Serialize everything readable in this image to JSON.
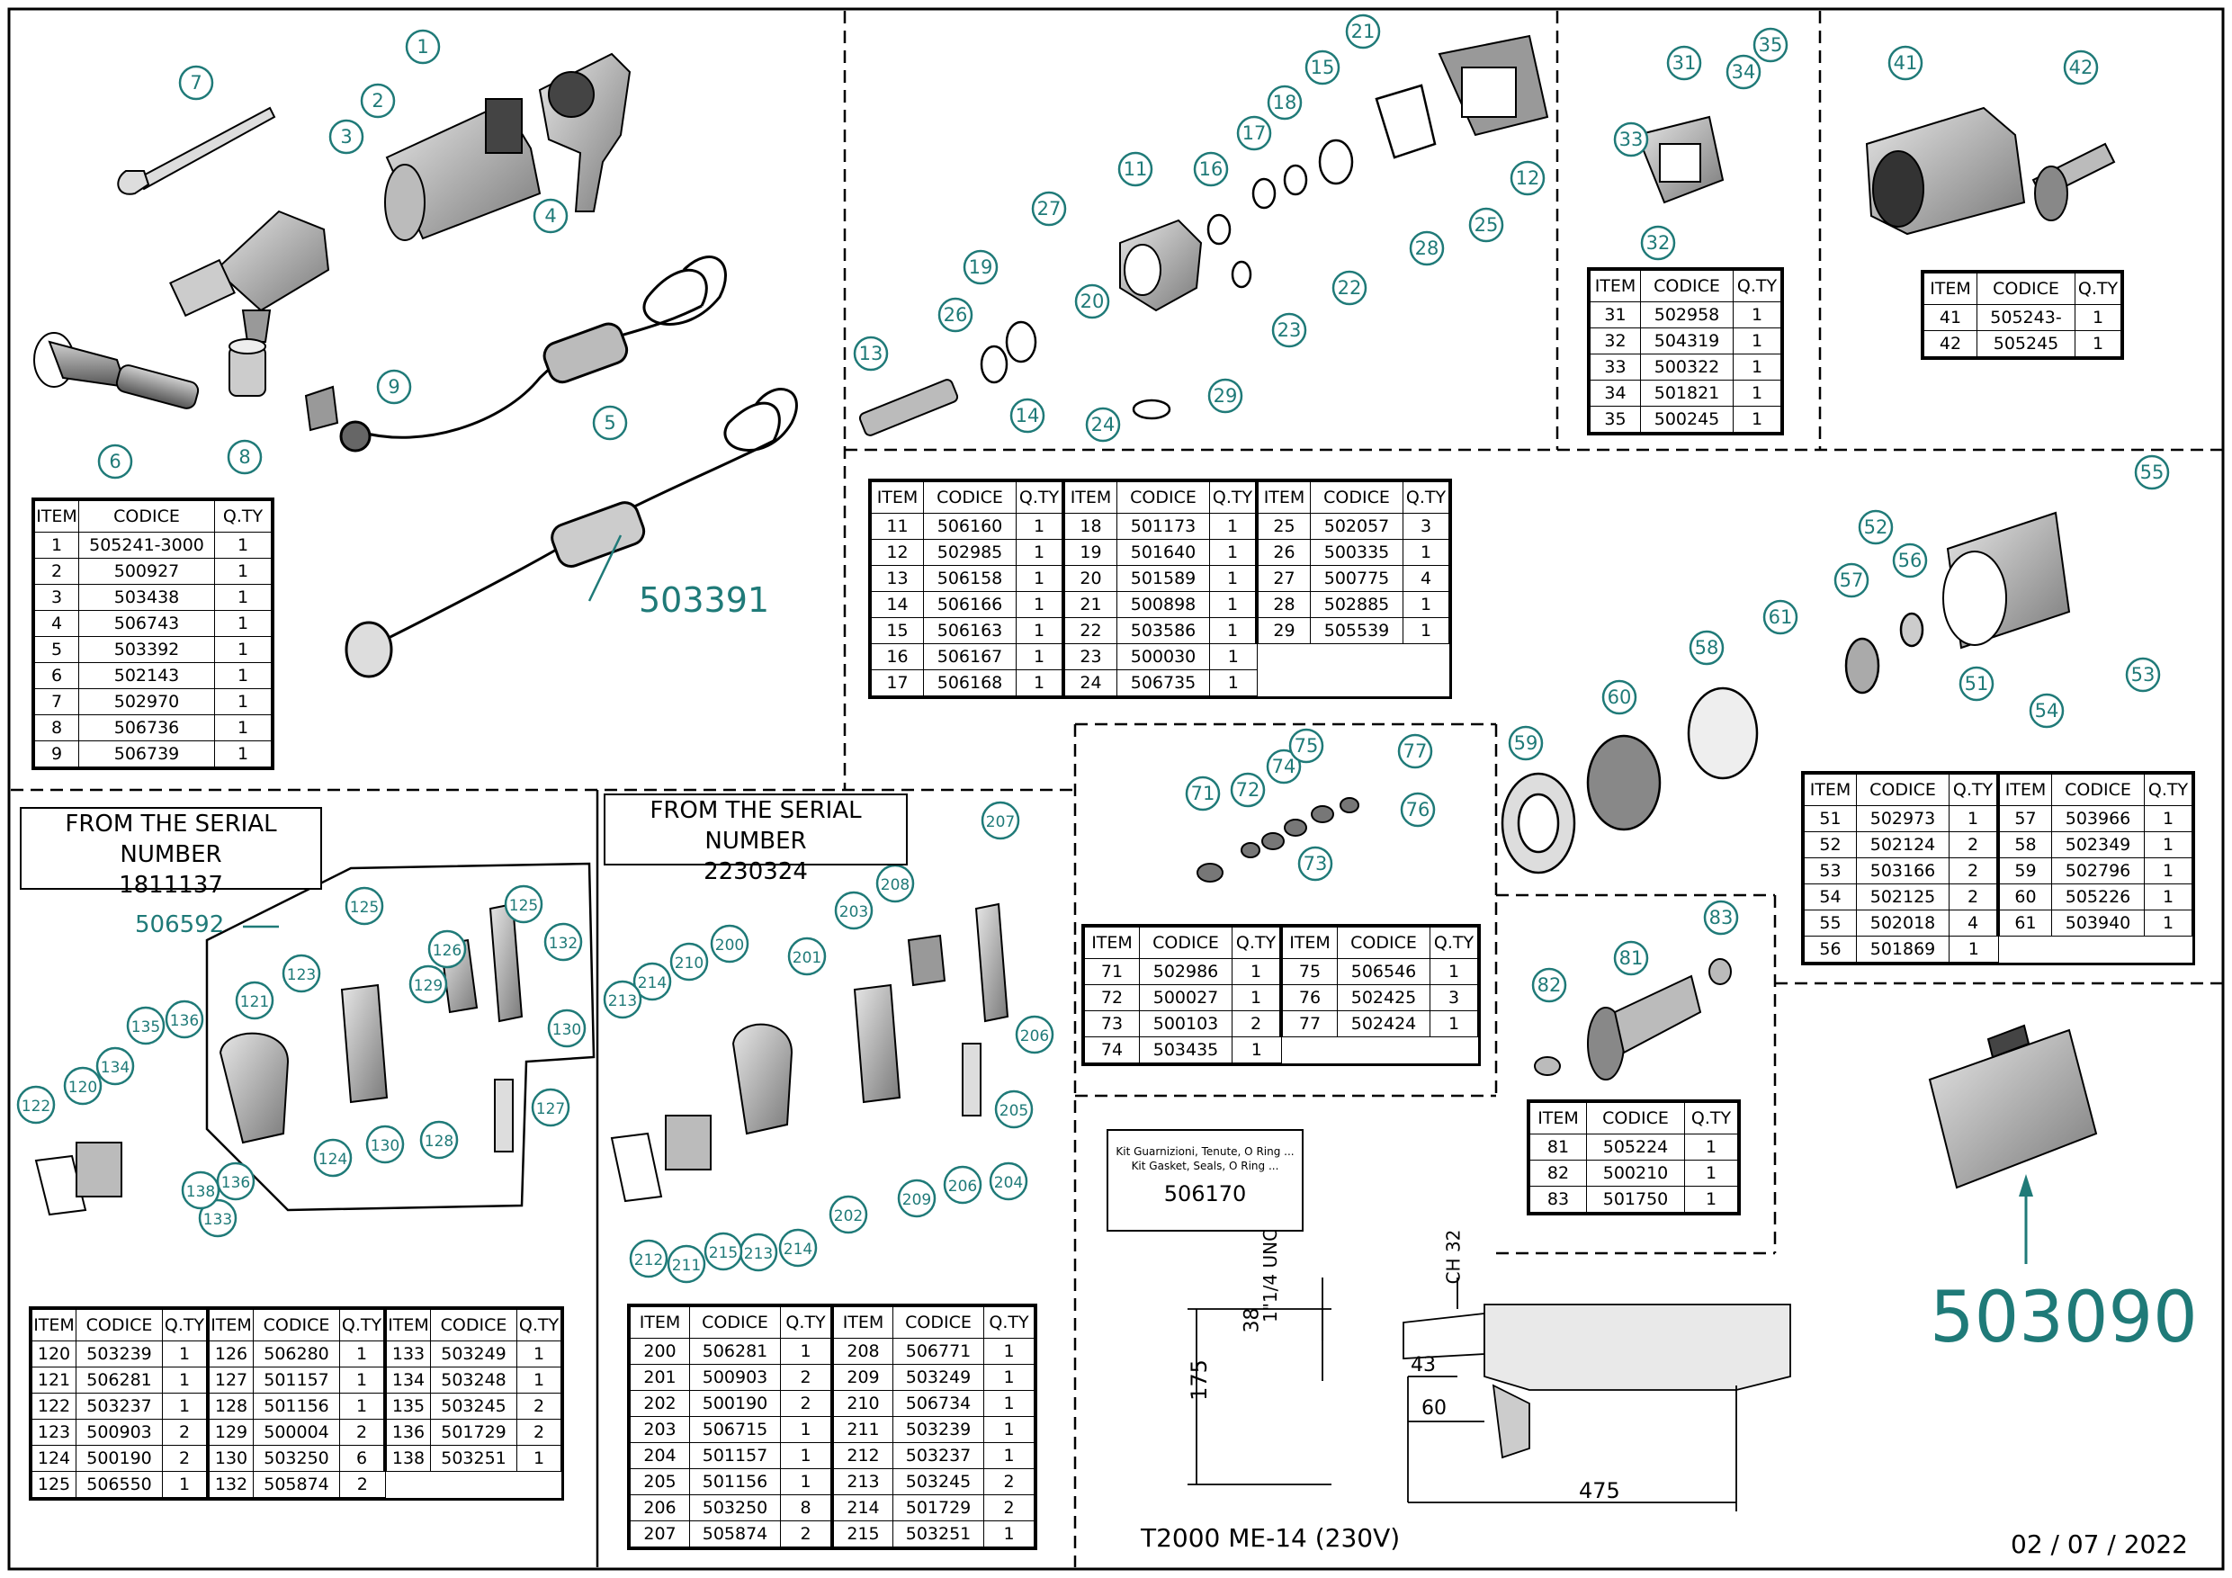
{
  "colors": {
    "callout": "#1f7a78",
    "line": "#000000"
  },
  "date": "02 / 07 / 2022",
  "model": "T2000 ME-14 (230V)",
  "codes": {
    "cable_110": "503391",
    "case": "503090",
    "grip_kit": "506592"
  },
  "serial_a": {
    "title": "FROM THE SERIAL NUMBER",
    "number": "1811137"
  },
  "serial_b": {
    "title": "FROM THE SERIAL NUMBER",
    "number": "2230324"
  },
  "kit": {
    "line1": "Kit Guarnizioni, Tenute, O Ring ...",
    "line2": "Kit Gasket, Seals, O Ring ...",
    "code": "506170"
  },
  "dims": {
    "d38": "38",
    "d175": "175",
    "d43": "43",
    "d60": "60",
    "d475": "475",
    "thread": "1\"1/4 UNC",
    "ch": "CH 32"
  },
  "header": {
    "item": "ITEM",
    "code": "CODICE",
    "qty": "Q.TY"
  },
  "callouts": [
    "1",
    "2",
    "3",
    "4",
    "5",
    "6",
    "7",
    "8",
    "9",
    "11",
    "12",
    "13",
    "14",
    "15",
    "16",
    "17",
    "18",
    "19",
    "20",
    "21",
    "22",
    "23",
    "24",
    "25",
    "26",
    "27",
    "28",
    "29",
    "31",
    "32",
    "33",
    "34",
    "35",
    "41",
    "42",
    "51",
    "52",
    "53",
    "54",
    "55",
    "56",
    "57",
    "58",
    "59",
    "60",
    "61",
    "71",
    "72",
    "73",
    "74",
    "75",
    "76",
    "77",
    "81",
    "82",
    "83",
    "120",
    "121",
    "122",
    "123",
    "124",
    "125",
    "126",
    "127",
    "128",
    "129",
    "130",
    "132",
    "133",
    "134",
    "135",
    "136",
    "138",
    "200",
    "201",
    "202",
    "203",
    "204",
    "205",
    "206",
    "207",
    "208",
    "209",
    "210",
    "211",
    "212",
    "213",
    "214",
    "215"
  ],
  "tables": {
    "t1": [
      [
        "1",
        "505241-3000",
        "1"
      ],
      [
        "2",
        "500927",
        "1"
      ],
      [
        "3",
        "503438",
        "1"
      ],
      [
        "4",
        "506743",
        "1"
      ],
      [
        "5",
        "503392",
        "1"
      ],
      [
        "6",
        "502143",
        "1"
      ],
      [
        "7",
        "502970",
        "1"
      ],
      [
        "8",
        "506736",
        "1"
      ],
      [
        "9",
        "506739",
        "1"
      ]
    ],
    "t2a": [
      [
        "11",
        "506160",
        "1"
      ],
      [
        "12",
        "502985",
        "1"
      ],
      [
        "13",
        "506158",
        "1"
      ],
      [
        "14",
        "506166",
        "1"
      ],
      [
        "15",
        "506163",
        "1"
      ],
      [
        "16",
        "506167",
        "1"
      ],
      [
        "17",
        "506168",
        "1"
      ]
    ],
    "t2b": [
      [
        "18",
        "501173",
        "1"
      ],
      [
        "19",
        "501640",
        "1"
      ],
      [
        "20",
        "501589",
        "1"
      ],
      [
        "21",
        "500898",
        "1"
      ],
      [
        "22",
        "503586",
        "1"
      ],
      [
        "23",
        "500030",
        "1"
      ],
      [
        "24",
        "506735",
        "1"
      ]
    ],
    "t2c": [
      [
        "25",
        "502057",
        "3"
      ],
      [
        "26",
        "500335",
        "1"
      ],
      [
        "27",
        "500775",
        "4"
      ],
      [
        "28",
        "502885",
        "1"
      ],
      [
        "29",
        "505539",
        "1"
      ]
    ],
    "t3": [
      [
        "31",
        "502958",
        "1"
      ],
      [
        "32",
        "504319",
        "1"
      ],
      [
        "33",
        "500322",
        "1"
      ],
      [
        "34",
        "501821",
        "1"
      ],
      [
        "35",
        "500245",
        "1"
      ]
    ],
    "t4": [
      [
        "41",
        "505243-",
        "1"
      ],
      [
        "42",
        "505245",
        "1"
      ]
    ],
    "t5a": [
      [
        "51",
        "502973",
        "1"
      ],
      [
        "52",
        "502124",
        "2"
      ],
      [
        "53",
        "503166",
        "2"
      ],
      [
        "54",
        "502125",
        "2"
      ],
      [
        "55",
        "502018",
        "4"
      ],
      [
        "56",
        "501869",
        "1"
      ]
    ],
    "t5b": [
      [
        "57",
        "503966",
        "1"
      ],
      [
        "58",
        "502349",
        "1"
      ],
      [
        "59",
        "502796",
        "1"
      ],
      [
        "60",
        "505226",
        "1"
      ],
      [
        "61",
        "503940",
        "1"
      ]
    ],
    "t7a": [
      [
        "71",
        "502986",
        "1"
      ],
      [
        "72",
        "500027",
        "1"
      ],
      [
        "73",
        "500103",
        "2"
      ],
      [
        "74",
        "503435",
        "1"
      ]
    ],
    "t7b": [
      [
        "75",
        "506546",
        "1"
      ],
      [
        "76",
        "502425",
        "3"
      ],
      [
        "77",
        "502424",
        "1"
      ]
    ],
    "t8": [
      [
        "81",
        "505224",
        "1"
      ],
      [
        "82",
        "500210",
        "1"
      ],
      [
        "83",
        "501750",
        "1"
      ]
    ],
    "t12a": [
      [
        "120",
        "503239",
        "1"
      ],
      [
        "121",
        "506281",
        "1"
      ],
      [
        "122",
        "503237",
        "1"
      ],
      [
        "123",
        "500903",
        "2"
      ],
      [
        "124",
        "500190",
        "2"
      ],
      [
        "125",
        "506550",
        "1"
      ]
    ],
    "t12b": [
      [
        "126",
        "506280",
        "1"
      ],
      [
        "127",
        "501157",
        "1"
      ],
      [
        "128",
        "501156",
        "1"
      ],
      [
        "129",
        "500004",
        "2"
      ],
      [
        "130",
        "503250",
        "6"
      ],
      [
        "132",
        "505874",
        "2"
      ]
    ],
    "t12c": [
      [
        "133",
        "503249",
        "1"
      ],
      [
        "134",
        "503248",
        "1"
      ],
      [
        "135",
        "503245",
        "2"
      ],
      [
        "136",
        "501729",
        "2"
      ],
      [
        "138",
        "503251",
        "1"
      ]
    ],
    "t20a": [
      [
        "200",
        "506281",
        "1"
      ],
      [
        "201",
        "500903",
        "2"
      ],
      [
        "202",
        "500190",
        "2"
      ],
      [
        "203",
        "506715",
        "1"
      ],
      [
        "204",
        "501157",
        "1"
      ],
      [
        "205",
        "501156",
        "1"
      ],
      [
        "206",
        "503250",
        "8"
      ],
      [
        "207",
        "505874",
        "2"
      ]
    ],
    "t20b": [
      [
        "208",
        "506771",
        "1"
      ],
      [
        "209",
        "503249",
        "1"
      ],
      [
        "210",
        "506734",
        "1"
      ],
      [
        "211",
        "503239",
        "1"
      ],
      [
        "212",
        "503237",
        "1"
      ],
      [
        "213",
        "503245",
        "2"
      ],
      [
        "214",
        "501729",
        "2"
      ],
      [
        "215",
        "503251",
        "1"
      ]
    ]
  }
}
